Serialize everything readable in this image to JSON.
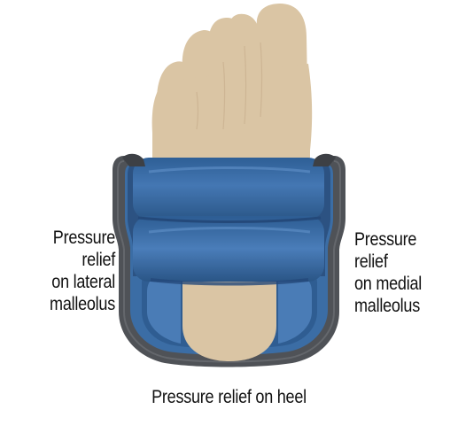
{
  "labels": {
    "lateral": {
      "line1": "Pressure",
      "line2": "relief",
      "line3": "on lateral",
      "line4": "malleolus"
    },
    "medial": {
      "line1": "Pressure",
      "line2": "relief",
      "line3": "on medial",
      "line4": "malleolus"
    },
    "heel": "Pressure relief on heel"
  },
  "colors": {
    "skin": "#dac5a4",
    "boot_blue": "#3b6da5",
    "boot_blue_dark": "#2c5282",
    "boot_blue_light": "#5b8cc3",
    "shell_gray": "#4f5257",
    "shell_gray_dark": "#3d4045",
    "text": "#111111"
  }
}
